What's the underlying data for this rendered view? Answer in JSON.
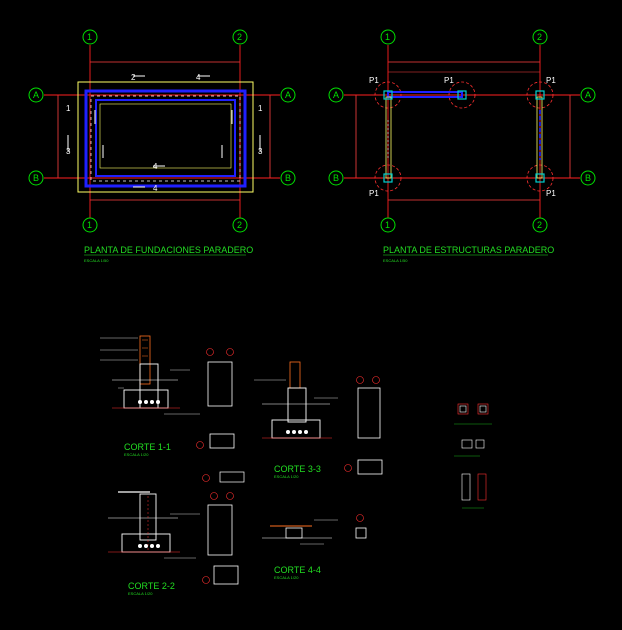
{
  "titles": {
    "plan1": "PLANTA  DE  FUNDACIONES  PARADERO",
    "plan2": "PLANTA  DE  ESTRUCTURAS  PARADERO",
    "corte11": "CORTE  1-1",
    "corte22": "CORTE  2-2",
    "corte33": "CORTE  3-3",
    "corte44": "CORTE  4-4"
  },
  "scales": {
    "plan1": "ESCALA  1/50",
    "plan2": "ESCALA  1/50",
    "corte11": "ESCALA  1/20",
    "corte22": "ESCALA  1/20",
    "corte33": "ESCALA  1/20",
    "corte44": "ESCALA  1/20"
  },
  "grid": {
    "col1": "1",
    "col2": "2",
    "rowA": "A",
    "rowB": "B"
  },
  "plan1_marks": [
    "1",
    "2",
    "3",
    "4"
  ],
  "plan2_labels": {
    "pillar": "P1"
  },
  "colors": {
    "background": "#000000",
    "axis_line": "#ff2020",
    "wall": "#2020ff",
    "footing": "#ffff66",
    "rebar": "#ffffff",
    "text": "#22dd22",
    "bubble": "#00e000",
    "dimension": "#ff4040",
    "cyan": "#00d0d0"
  }
}
